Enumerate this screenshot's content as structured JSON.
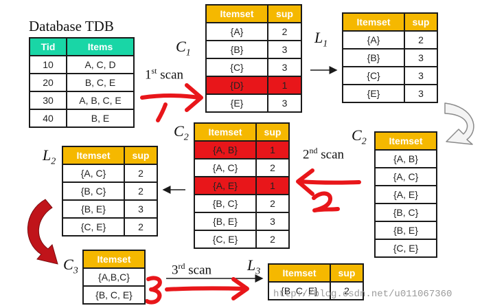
{
  "title": "Database TDB",
  "tdb": {
    "headers": [
      "Tid",
      "Items"
    ],
    "rows": [
      [
        "10",
        "A, C, D"
      ],
      [
        "20",
        "B, C, E"
      ],
      [
        "30",
        "A, B, C, E"
      ],
      [
        "40",
        "B, E"
      ]
    ]
  },
  "c1": {
    "label": "C",
    "sub": "1",
    "headers": [
      "Itemset",
      "sup"
    ],
    "rows": [
      [
        "{A}",
        "2"
      ],
      [
        "{B}",
        "3"
      ],
      [
        "{C}",
        "3"
      ],
      [
        "{D}",
        "1"
      ],
      [
        "{E}",
        "3"
      ]
    ]
  },
  "l1": {
    "label": "L",
    "sub": "1",
    "headers": [
      "Itemset",
      "sup"
    ],
    "rows": [
      [
        "{A}",
        "2"
      ],
      [
        "{B}",
        "3"
      ],
      [
        "{C}",
        "3"
      ],
      [
        "{E}",
        "3"
      ]
    ]
  },
  "c2_left": {
    "label": "C",
    "sub": "2",
    "headers": [
      "Itemset",
      "sup"
    ],
    "rows": [
      [
        "{A, B}",
        "1"
      ],
      [
        "{A, C}",
        "2"
      ],
      [
        "{A, E}",
        "1"
      ],
      [
        "{B, C}",
        "2"
      ],
      [
        "{B, E}",
        "3"
      ],
      [
        "{C, E}",
        "2"
      ]
    ]
  },
  "c2_right": {
    "label": "C",
    "sub": "2",
    "headers": [
      "Itemset"
    ],
    "rows": [
      [
        "{A, B}"
      ],
      [
        "{A, C}"
      ],
      [
        "{A, E}"
      ],
      [
        "{B, C}"
      ],
      [
        "{B, E}"
      ],
      [
        "{C, E}"
      ]
    ]
  },
  "l2": {
    "label": "L",
    "sub": "2",
    "headers": [
      "Itemset",
      "sup"
    ],
    "rows": [
      [
        "{A, C}",
        "2"
      ],
      [
        "{B, C}",
        "2"
      ],
      [
        "{B, E}",
        "3"
      ],
      [
        "{C, E}",
        "2"
      ]
    ]
  },
  "c3": {
    "label": "C",
    "sub": "3",
    "headers": [
      "Itemset"
    ],
    "rows": [
      [
        "{A,B,C}"
      ],
      [
        "{B, C, E}"
      ]
    ]
  },
  "l3": {
    "label": "L",
    "sub": "3",
    "headers": [
      "Itemset",
      "sup"
    ],
    "rows": [
      [
        "{B, C, E}",
        "2"
      ]
    ]
  },
  "scans": {
    "s1": {
      "num": "1",
      "sup": "st",
      "word": "scan"
    },
    "s2": {
      "num": "2",
      "sup": "nd",
      "word": "scan"
    },
    "s3": {
      "num": "3",
      "sup": "rd",
      "word": "scan"
    }
  },
  "watermark": "http://blog.csdn.net/u011067360",
  "colors": {
    "header": "#f5b800",
    "tdb_header": "#19d6a6",
    "highlight": "#e8161a",
    "annotation": "#e8161a"
  }
}
